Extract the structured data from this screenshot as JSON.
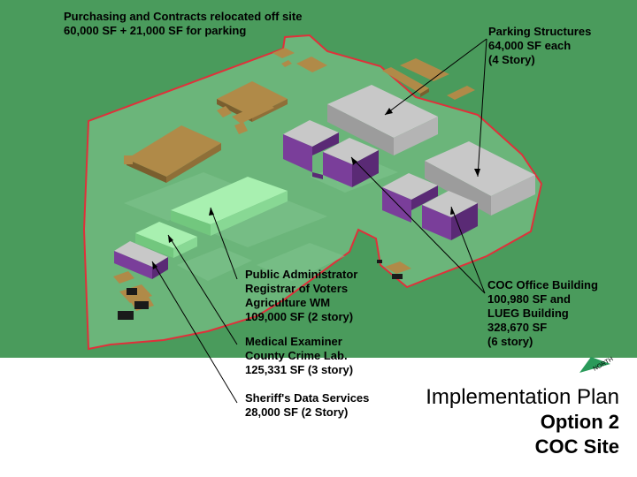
{
  "labels": {
    "purchasing": [
      "Purchasing and Contracts relocated off site",
      "60,000 SF + 21,000 SF for parking"
    ],
    "parking": [
      "Parking Structures",
      "64,000 SF each",
      "(4 Story)"
    ],
    "public_admin": [
      "Public Administrator",
      "Registrar of Voters",
      "Agriculture WM",
      "109,000 SF (2 story)"
    ],
    "medical": [
      "Medical Examiner",
      "County Crime Lab.",
      "125,331 SF (3 story)"
    ],
    "sheriff": [
      "Sheriff's Data Services",
      "28,000 SF (2 Story)"
    ],
    "coc_office": [
      "COC Office Building",
      "100,980 SF  and",
      "LUEG Building",
      "328,670 SF",
      "(6 story)"
    ]
  },
  "north_label": "NORTH",
  "title": {
    "line1": "Implementation Plan",
    "line2": "Option 2",
    "line3": "COC Site"
  },
  "colors": {
    "ground": "#4a9b5c",
    "site": "#6bb57a",
    "boundary": "#e0303a",
    "existing": "#b08a48",
    "parking": "#c8c8c8",
    "coc": "#7a3e9a",
    "new_green": "#a8f0b0",
    "north": "#2a9a5a"
  }
}
